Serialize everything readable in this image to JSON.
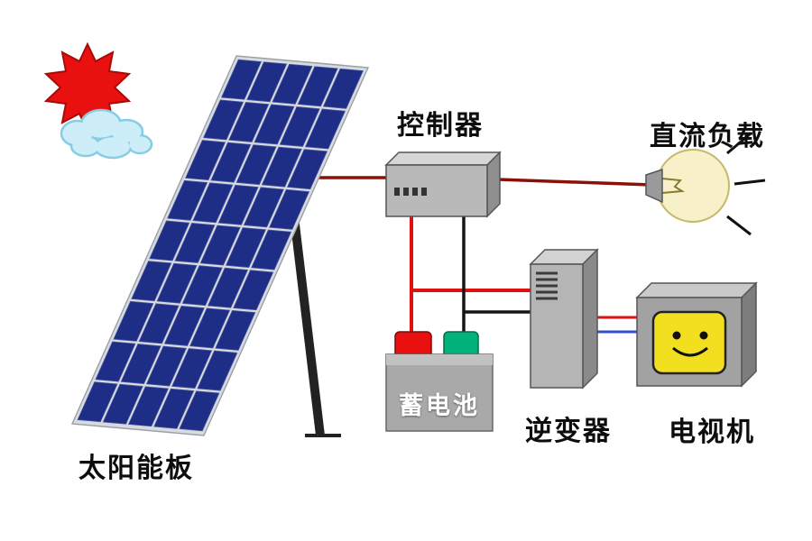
{
  "diagram": {
    "type": "solar-power-system-wiring-diagram",
    "background": "#ffffff",
    "labels": {
      "solar_panel": "太阳能板",
      "controller": "控制器",
      "dc_load": "直流负载",
      "battery": "蓄电池",
      "inverter": "逆变器",
      "tv": "电视机"
    },
    "solar_panel": {
      "columns": 5,
      "rows": 9,
      "cell_color": "#1e2d86",
      "cell_stroke": "#47549e",
      "frame_color": "#d7dadf"
    },
    "icons": {
      "sun": "sun-icon",
      "cloud": "cloud-icon",
      "light_bulb": "bulb-icon",
      "smiley_face": "smiley-face-icon"
    },
    "colors": {
      "wire_red_bright": "#e01010",
      "wire_red_dark": "#8b1007",
      "wire_black": "#151515",
      "wire_blue": "#2b50c8",
      "sun": "#e8110f",
      "cloud": "#cdeef8",
      "cloud_stroke": "#86cde4",
      "bulb_glass": "#f7f0c8",
      "tv_screen": "#f2df1f",
      "terminal_positive": "#e8110f",
      "terminal_negative": "#00b37a",
      "box_gray": "#b9b9b9"
    },
    "connections": [
      {
        "from": "solar_panel",
        "to": "controller",
        "wire": "dark-red"
      },
      {
        "from": "controller",
        "to": "dc_load",
        "wire": "dark-red"
      },
      {
        "from": "controller",
        "to": "battery_positive_terminal",
        "wire": "red"
      },
      {
        "from": "controller",
        "to": "inverter",
        "wire": "red"
      },
      {
        "from": "controller",
        "to": "battery_negative_terminal",
        "wire": "black"
      },
      {
        "from": "controller",
        "to": "inverter",
        "wire": "black"
      },
      {
        "from": "inverter",
        "to": "tv",
        "wire": "red"
      },
      {
        "from": "inverter",
        "to": "tv",
        "wire": "blue"
      }
    ]
  }
}
